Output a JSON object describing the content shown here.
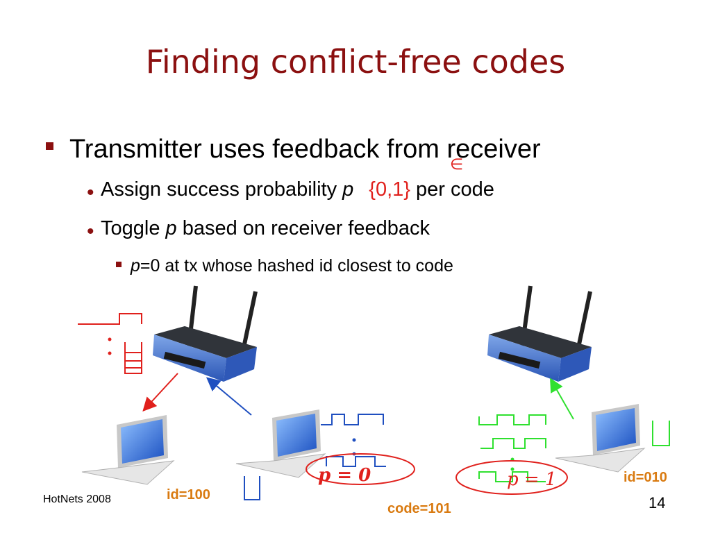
{
  "slide": {
    "title": "Finding conflict-free codes",
    "bullet1": "Transmitter uses feedback from receiver",
    "sub1_prefix": "Assign success probability ",
    "sub1_var": "p",
    "sub1_elem": "∈",
    "sub1_set": "{0,1}",
    "sub1_suffix": " per code",
    "sub2_prefix": "Toggle ",
    "sub2_var": "p",
    "sub2_suffix": " based on receiver feedback",
    "sub3_var": "p",
    "sub3_text": "=0 at tx whose hashed id closest to code"
  },
  "diagram": {
    "id_left": "id=100",
    "id_right": "id=010",
    "code": "code=101",
    "p_left": "p = 0",
    "p_right": "p = 1"
  },
  "footer": {
    "conference": "HotNets 2008",
    "page": "14"
  },
  "colors": {
    "title": "#8b1010",
    "red": "#e0201c",
    "blue": "#1f4fc0",
    "green": "#2fe02f",
    "orange": "#d97a10"
  }
}
